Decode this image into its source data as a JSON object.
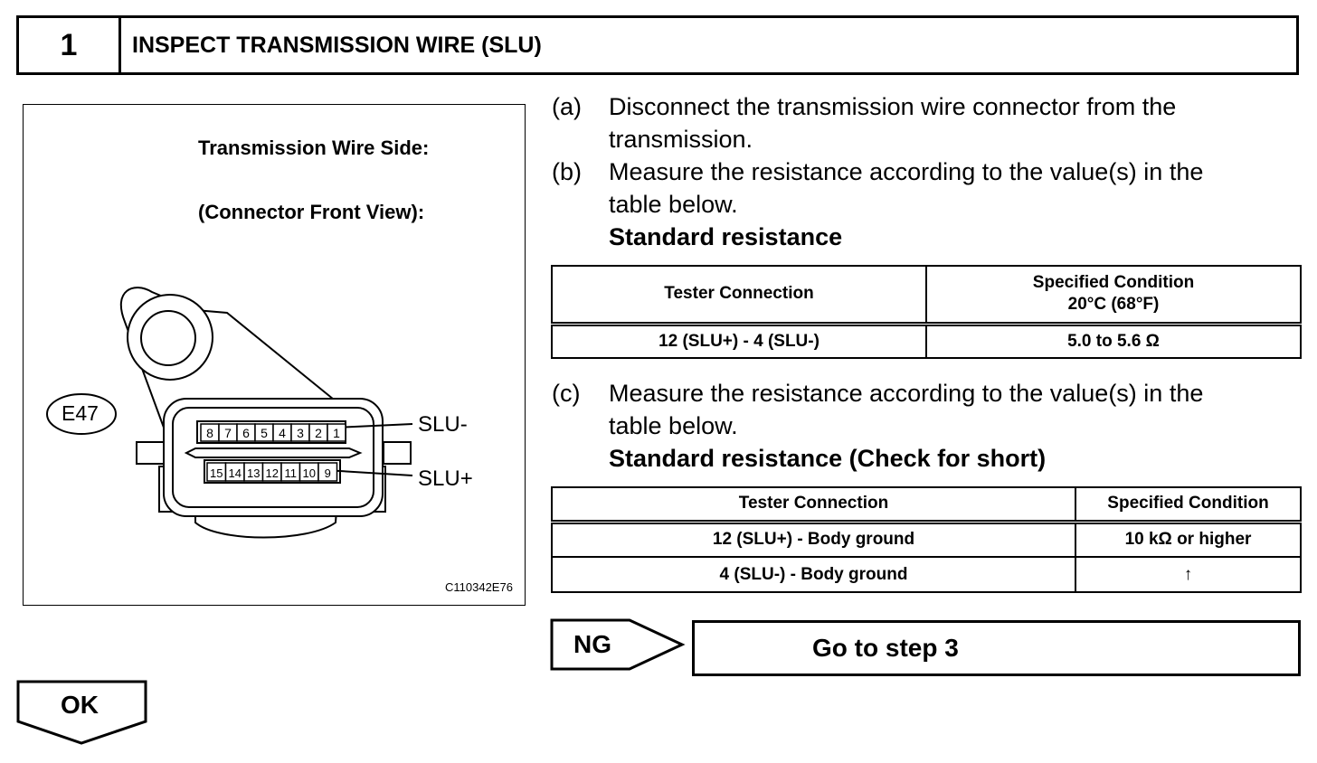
{
  "step": {
    "number": "1",
    "title": "INSPECT TRANSMISSION WIRE (SLU)"
  },
  "figure": {
    "side_label": "Transmission Wire Side:",
    "view_label": "(Connector Front View):",
    "connector_id": "E47",
    "top_pins": [
      "8",
      "7",
      "6",
      "5",
      "4",
      "3",
      "2",
      "1"
    ],
    "bottom_pins": [
      "15",
      "14",
      "13",
      "12",
      "11",
      "10",
      "9"
    ],
    "callout_minus": "SLU-",
    "callout_plus": "SLU+",
    "figure_code": "C110342E76"
  },
  "instructions": {
    "a_label": "(a)",
    "a_line1": "Disconnect the transmission wire connector from the",
    "a_line2": "transmission.",
    "b_label": "(b)",
    "b_line1": "Measure the resistance according to the value(s) in the",
    "b_line2": "table below.",
    "b_heading": "Standard resistance",
    "c_label": "(c)",
    "c_line1": "Measure the resistance according to the value(s) in the",
    "c_line2": "table below.",
    "c_heading": "Standard resistance (Check for short)"
  },
  "table1": {
    "header_connection": "Tester Connection",
    "header_condition_line1": "Specified Condition",
    "header_condition_line2": "20°C (68°F)",
    "rows": [
      {
        "connection": "12 (SLU+) - 4 (SLU-)",
        "condition": "5.0 to 5.6 Ω"
      }
    ]
  },
  "table2": {
    "header_connection": "Tester Connection",
    "header_condition": "Specified Condition",
    "rows": [
      {
        "connection": "12 (SLU+) - Body ground",
        "condition": "10 kΩ or higher"
      },
      {
        "connection": "4 (SLU-) - Body ground",
        "condition": "↑"
      }
    ]
  },
  "results": {
    "ng_label": "NG",
    "ng_action": "Go to step 3",
    "ok_label": "OK"
  }
}
